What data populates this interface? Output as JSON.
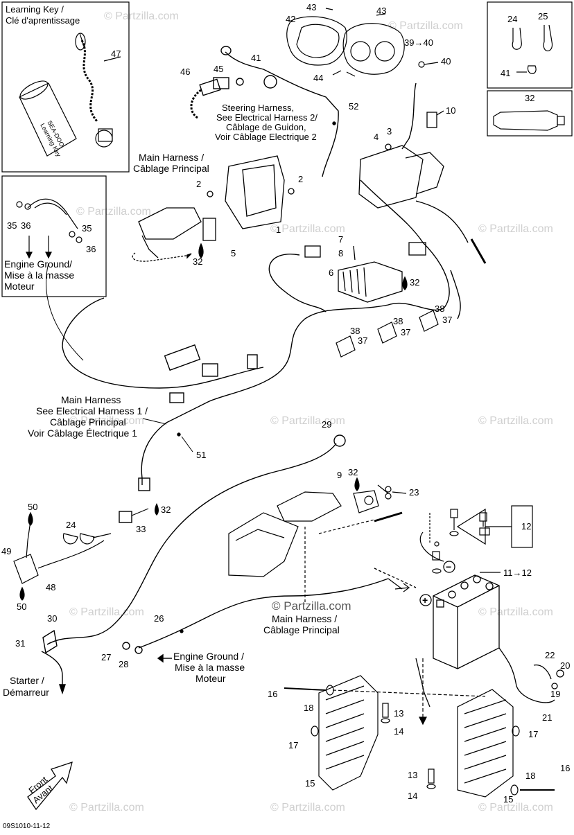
{
  "captions": {
    "learning_key": [
      "Learning Key /",
      "Clé d'aprentissage"
    ],
    "steering_harness": [
      "Steering Harness,",
      "See Electrical Harness 2/",
      "Câblage de Guidon,",
      "Voir Câblage Electrique 2"
    ],
    "main_harness_top": [
      "Main Harness /",
      "Câblage Principal"
    ],
    "engine_ground_left": [
      "Engine Ground/",
      "Mise à la masse",
      "Moteur"
    ],
    "main_harness_mid": [
      "Main Harness",
      "See Electrical Harness 1 /",
      "Câblage Principal",
      "Voir Câblage Électrique 1"
    ],
    "main_harness_bottom": [
      "Main Harness /",
      "Câblage Principal"
    ],
    "engine_ground_bottom": [
      "Engine Ground /",
      "Mise à la masse",
      "Moteur"
    ],
    "starter": [
      "Starter /",
      "Démarreur"
    ],
    "front": [
      "Front",
      "Avant"
    ]
  },
  "parts": {
    "p1": "1",
    "p2a": "2",
    "p2b": "2",
    "p3": "3",
    "p4": "4",
    "p5": "5",
    "p6": "6",
    "p7": "7",
    "p8": "8",
    "p9": "9",
    "p10": "10",
    "p11_12": "11→12",
    "p12": "12",
    "p13a": "13",
    "p13b": "13",
    "p14a": "14",
    "p14b": "14",
    "p15a": "15",
    "p15b": "15",
    "p16a": "16",
    "p16b": "16",
    "p17a": "17",
    "p17b": "17",
    "p18a": "18",
    "p18b": "18",
    "p19": "19",
    "p20": "20",
    "p21": "21",
    "p22": "22",
    "p23": "23",
    "p24a": "24",
    "p24b": "24",
    "p25": "25",
    "p26": "26",
    "p27": "27",
    "p28": "28",
    "p29": "29",
    "p30": "30",
    "p31": "31",
    "p32a": "32",
    "p32b": "32",
    "p32c": "32",
    "p32d": "32",
    "p32e": "32",
    "p33": "33",
    "p35a": "35",
    "p35b": "35",
    "p36a": "36",
    "p36b": "36",
    "p37a": "37",
    "p37b": "37",
    "p37c": "37",
    "p38a": "38",
    "p38b": "38",
    "p38c": "38",
    "p39_40": "39→40",
    "p40": "40",
    "p41a": "41",
    "p41b": "41",
    "p42": "42",
    "p43a": "43",
    "p43b": "43",
    "p44": "44",
    "p45": "45",
    "p46": "46",
    "p47": "47",
    "p48": "48",
    "p49": "49",
    "p50a": "50",
    "p50b": "50",
    "p51": "51",
    "p52": "52"
  },
  "key_tag": "SEA-DOO",
  "key_tag_sub": "Learning Key",
  "battery_minus": "−",
  "battery_plus": "+",
  "watermark": "© Partzilla.com",
  "watermark_center": "© Partzilla.com",
  "footer_code": "09S1010-11-12",
  "colors": {
    "ink": "#000000",
    "watermark": "#cfcfcf",
    "background": "#ffffff"
  }
}
